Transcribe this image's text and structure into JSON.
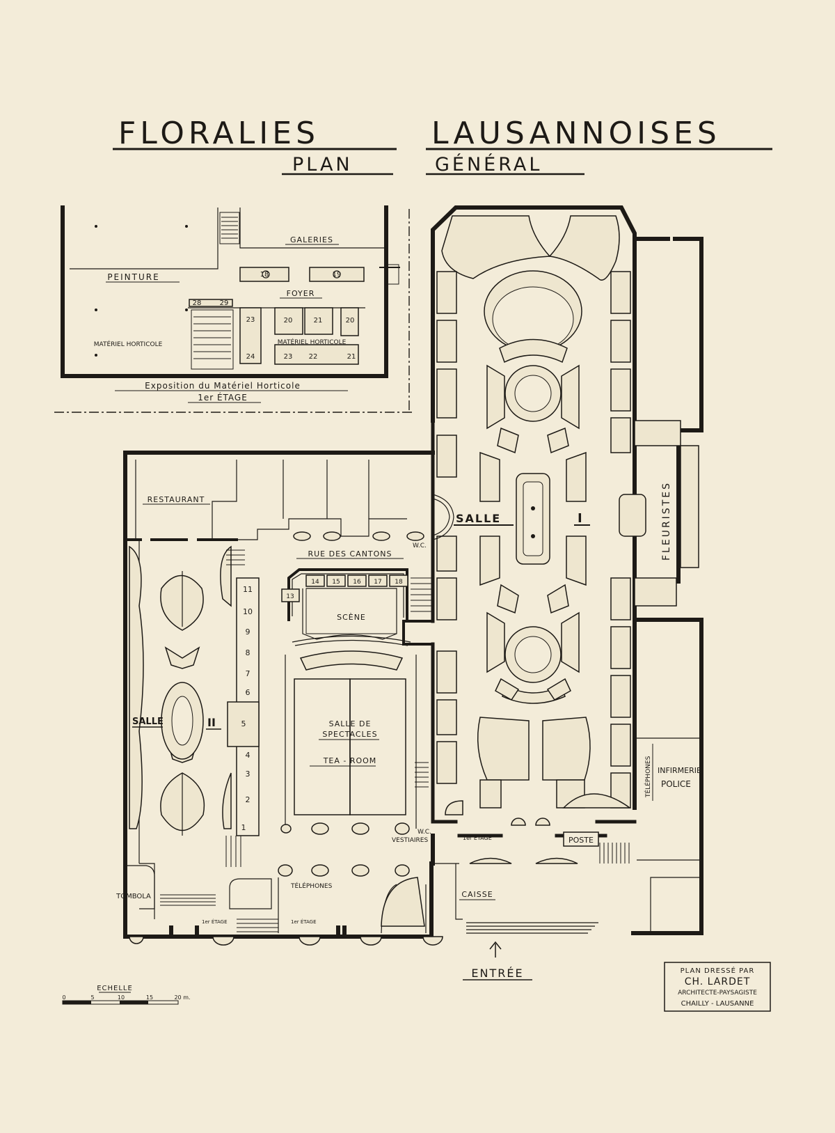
{
  "title": {
    "line1_a": "FLORALIES",
    "line1_b": "LAUSANNOISES",
    "line2_a": "PLAN",
    "line2_b": "GÉNÉRAL"
  },
  "inset": {
    "caption": "Exposition du Matériel Horticole",
    "floor": "1er ÉTAGE",
    "labels": {
      "galeries": "GALERIES",
      "peinture": "PEINTURE",
      "foyer": "FOYER",
      "materiel_left": "MATÉRIEL HORTICOLE",
      "materiel_center": "MATÉRIEL HORTICOLE"
    },
    "stands": [
      "18",
      "19",
      "23",
      "20",
      "21",
      "20",
      "24",
      "23",
      "22",
      "21",
      "28",
      "29"
    ]
  },
  "rooms": {
    "restaurant": "RESTAURANT",
    "rue_des_cantons": "RUE DES CANTONS",
    "wc_top": "W.C.",
    "salle_1": "SALLE",
    "salle_1_num": "I",
    "fleuristes": "FLEURISTES",
    "scene": "SCÈNE",
    "salle_spectacles_1": "SALLE DE",
    "salle_spectacles_2": "SPECTACLES",
    "tea_room": "TEA - ROOM",
    "salle_2": "SALLE",
    "salle_2_num": "II",
    "tombola": "TOMBOLA",
    "telephones_left": "TÉLÉPHONES",
    "etage_left": "1er ÉTAGE",
    "etage_right": "1er ÉTAGE",
    "wc_bottom": "W.C.",
    "vestiaires": "VESTIAIRES",
    "etage_mid": "1er ÉTAGE",
    "poste": "POSTE",
    "caisse": "CAISSE",
    "telephones_right": "TÉLÉPHONES",
    "infirmerie": "INFIRMERIE",
    "police": "POLICE",
    "entree": "ENTRÉE"
  },
  "stands_top": [
    "14",
    "15",
    "16",
    "17",
    "18",
    "13"
  ],
  "stands_column": [
    "11",
    "10",
    "9",
    "8",
    "7",
    "6",
    "5",
    "4",
    "3",
    "2",
    "1"
  ],
  "scale": {
    "label": "ECHELLE",
    "ticks": [
      "0",
      "5",
      "10",
      "15",
      "20 m."
    ]
  },
  "credit": {
    "line1": "PLAN DRESSÉ PAR",
    "line2": "CH. LARDET",
    "line3": "ARCHITECTE-PAYSAGISTE",
    "line4": "CHAILLY - LAUSANNE"
  },
  "colors": {
    "paper": "#f3ecd9",
    "ink": "#1d1a16"
  }
}
